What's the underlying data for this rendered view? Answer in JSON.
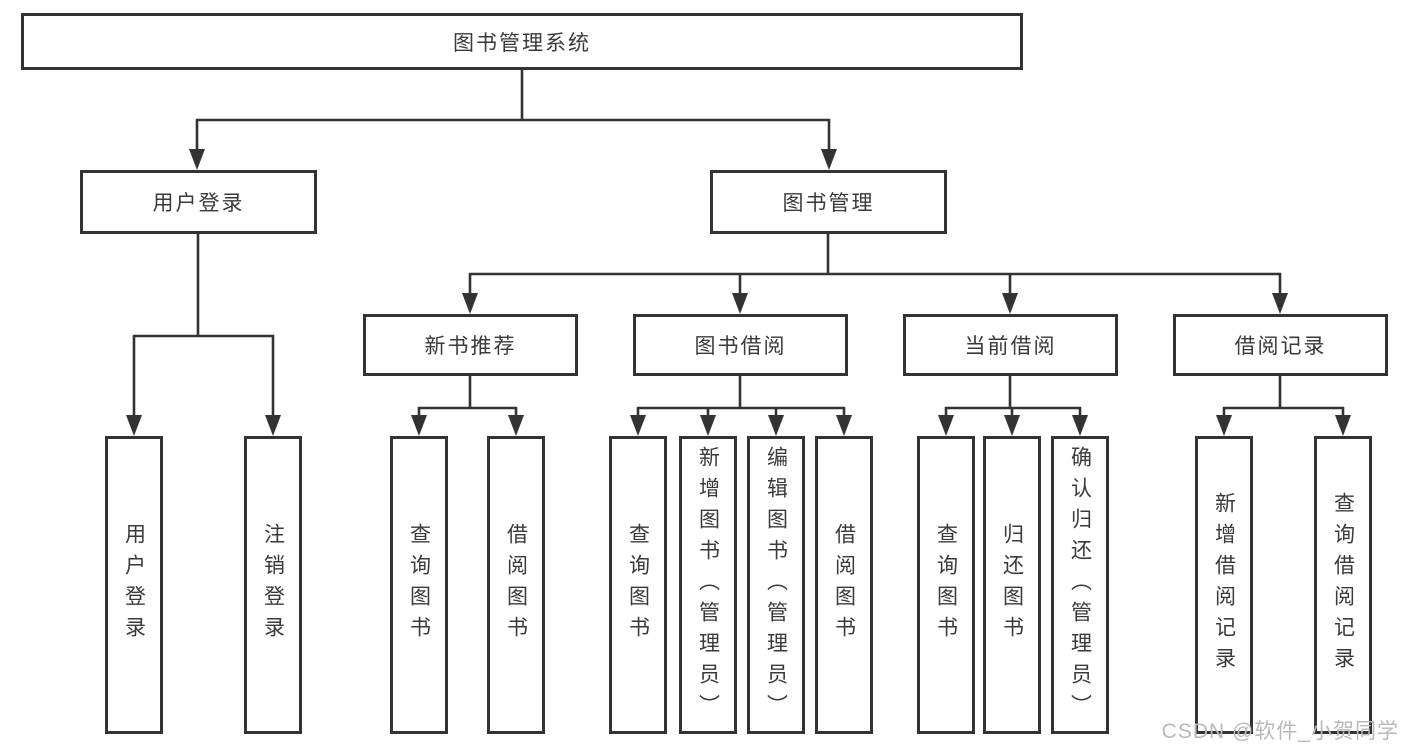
{
  "colors": {
    "line": "#333333",
    "text": "#3a3a3a",
    "box_fill": "#ffffff",
    "bg": "#ffffff",
    "watermark": "#b9b9b9"
  },
  "watermark": {
    "text": "CSDN @软件_小贺同学"
  },
  "tree": {
    "label": "图书管理系统",
    "children": [
      {
        "label": "用户登录",
        "children": [
          {
            "label": "用户登录"
          },
          {
            "label": "注销登录"
          }
        ]
      },
      {
        "label": "图书管理",
        "children": [
          {
            "label": "新书推荐",
            "children": [
              {
                "label": "查询图书"
              },
              {
                "label": "借阅图书"
              }
            ]
          },
          {
            "label": "图书借阅",
            "children": [
              {
                "label": "查询图书"
              },
              {
                "label": "新增图书（管理员）"
              },
              {
                "label": "编辑图书（管理员）"
              },
              {
                "label": "借阅图书"
              }
            ]
          },
          {
            "label": "当前借阅",
            "children": [
              {
                "label": "查询图书"
              },
              {
                "label": "归还图书"
              },
              {
                "label": "确认归还（管理员）"
              }
            ]
          },
          {
            "label": "借阅记录",
            "children": [
              {
                "label": "新增借阅记录"
              },
              {
                "label": "查询借阅记录"
              }
            ]
          }
        ]
      }
    ]
  }
}
